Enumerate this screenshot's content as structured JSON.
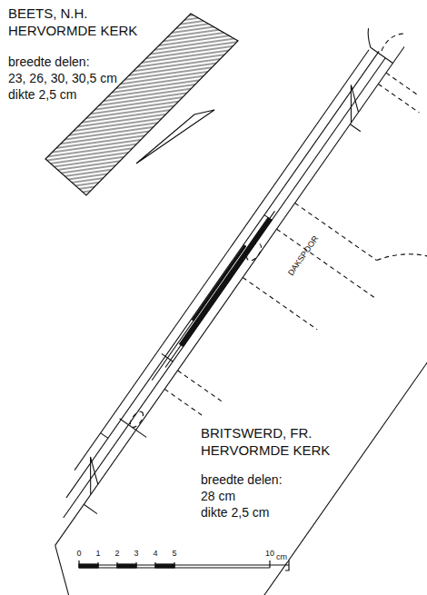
{
  "diagram": {
    "labels": [
      "BEETS, N.H.",
      "HERVORMDE KERK",
      "breedte delen:",
      "23, 26, 30, 30,5 cm",
      "dikte 2,5 cm",
      "DAKSPOOR",
      "BRITSWERD, FR.",
      "HERVORMDE KERK",
      "breedte delen:",
      "28 cm",
      "dikte 2,5 cm",
      "0",
      "1",
      "2",
      "3",
      "4",
      "5",
      "10",
      "cm"
    ]
  }
}
